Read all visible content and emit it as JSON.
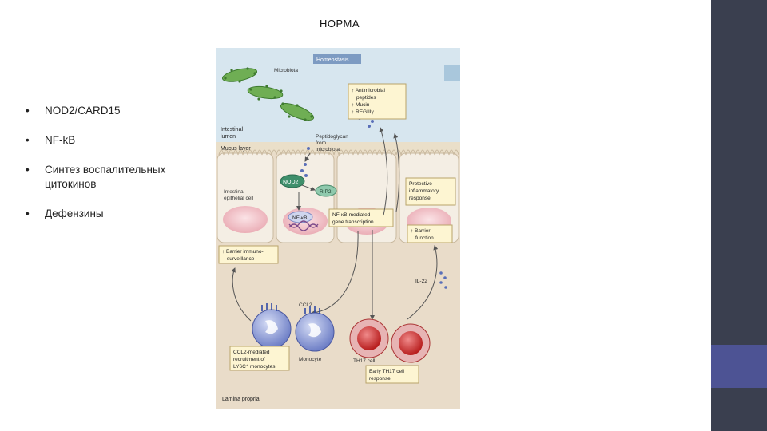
{
  "slide": {
    "title": "НОРМА",
    "bullets": [
      "NOD2/CARD15",
      "NF-kB",
      "Синтез воспалительных цитокинов",
      "Дефензины"
    ]
  },
  "figure": {
    "homeostasis": "Homeostasis",
    "microbiota": "Microbiota",
    "intestinal_lumen": [
      "Intestinal",
      "lumen"
    ],
    "mucus_layer": "Mucus layer",
    "peptidoglycan": [
      "Peptidoglycan",
      "from",
      "microbiota"
    ],
    "antimicrobial_box": [
      "↑ Antimicrobial",
      "peptides",
      "↑ Mucin",
      "↑ REGIIIγ"
    ],
    "nod2": "NOD2",
    "rip2": "RIP2",
    "nfkb": "NF-κB",
    "epithelial_cell": [
      "Intestinal",
      "epithelial cell"
    ],
    "protective_box": [
      "Protective",
      "inflammatory",
      "response"
    ],
    "nfkb_transcription_box": [
      "NF-κB-mediated",
      "gene transcription"
    ],
    "barrier_function_box": [
      "↑ Barrier",
      "function"
    ],
    "barrier_surveillance_box": [
      "↑ Barrier immuno-",
      "surveillance"
    ],
    "il22": "IL-22",
    "ccl2": "CCL2",
    "ccl2_recruitment_box": [
      "CCL2-mediated",
      "recruitment of",
      "LY6C⁺ monocytes"
    ],
    "monocyte": "Monocyte",
    "th17_cell": "TH17 cell",
    "th17_response_box": [
      "Early TH17 cell",
      "response"
    ],
    "lamina_propria": "Lamina propria"
  },
  "colors": {
    "side_bar": "#3a3f4f",
    "side_accent": "#4d5394",
    "lumen": "#d7e6ef",
    "lamina": "#e9dcc9",
    "bacteria": "#6fae54",
    "label_box": "#fdf5d2"
  }
}
